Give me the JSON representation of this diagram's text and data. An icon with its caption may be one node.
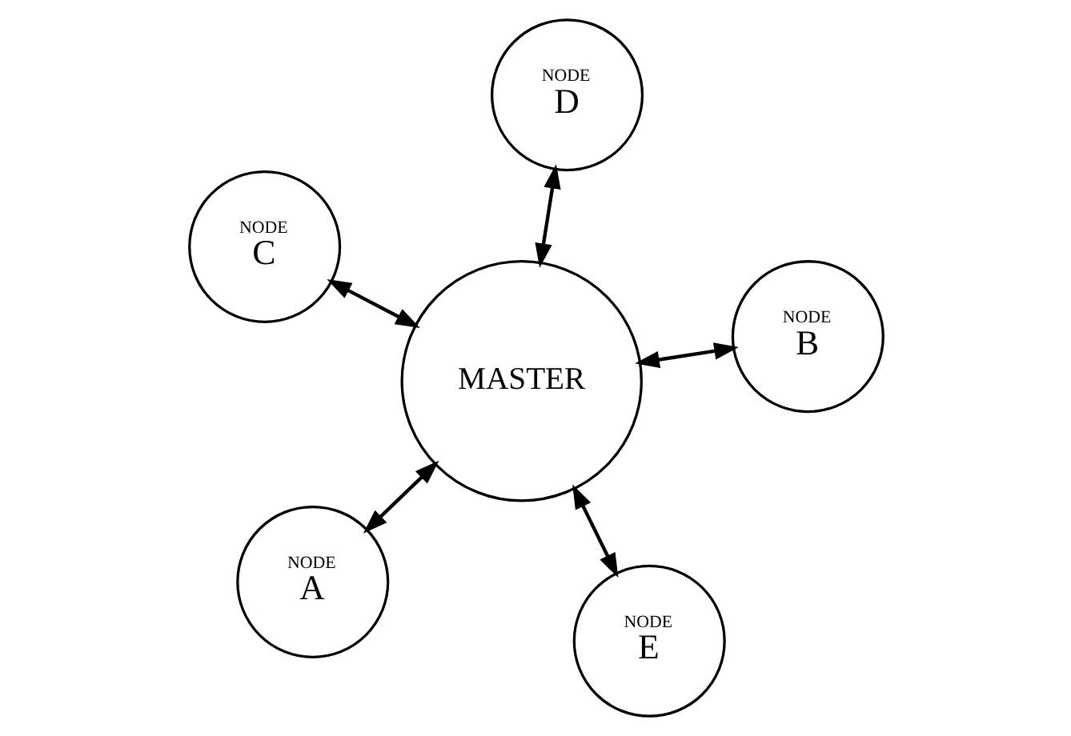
{
  "diagram": {
    "nodes": [
      {
        "text": [
          "NODE",
          "A"
        ]
      },
      {
        "text": [
          "MASTER"
        ]
      },
      {
        "text": [
          "NODE",
          "E"
        ]
      },
      {
        "text": [
          "NODE",
          "D"
        ]
      },
      {
        "text": [
          "NODE",
          "B"
        ]
      },
      {
        "text": [
          "NODE",
          "C"
        ]
      }
    ],
    "edges": [
      {
        "from": 0,
        "to": 1,
        "arrow": "both"
      },
      {
        "from": 1,
        "to": 2,
        "arrow": "both"
      },
      {
        "from": 4,
        "to": 1,
        "arrow": "both"
      },
      {
        "from": 5,
        "to": 1,
        "arrow": "both"
      },
      {
        "from": 3,
        "to": 1,
        "arrow": "both"
      }
    ]
  }
}
